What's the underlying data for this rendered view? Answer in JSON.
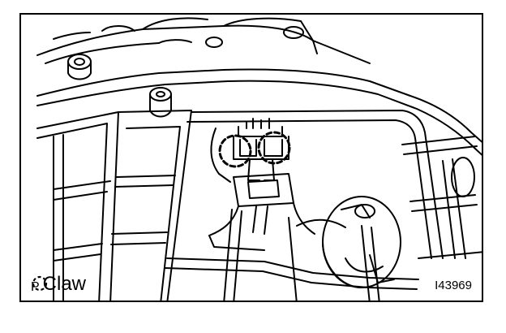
{
  "legend": {
    "prefix": "P",
    "icon": "dashed-circle-icon",
    "label": "Claw"
  },
  "figure_id": "I43969",
  "colors": {
    "line": "#000000",
    "background": "#ffffff"
  }
}
